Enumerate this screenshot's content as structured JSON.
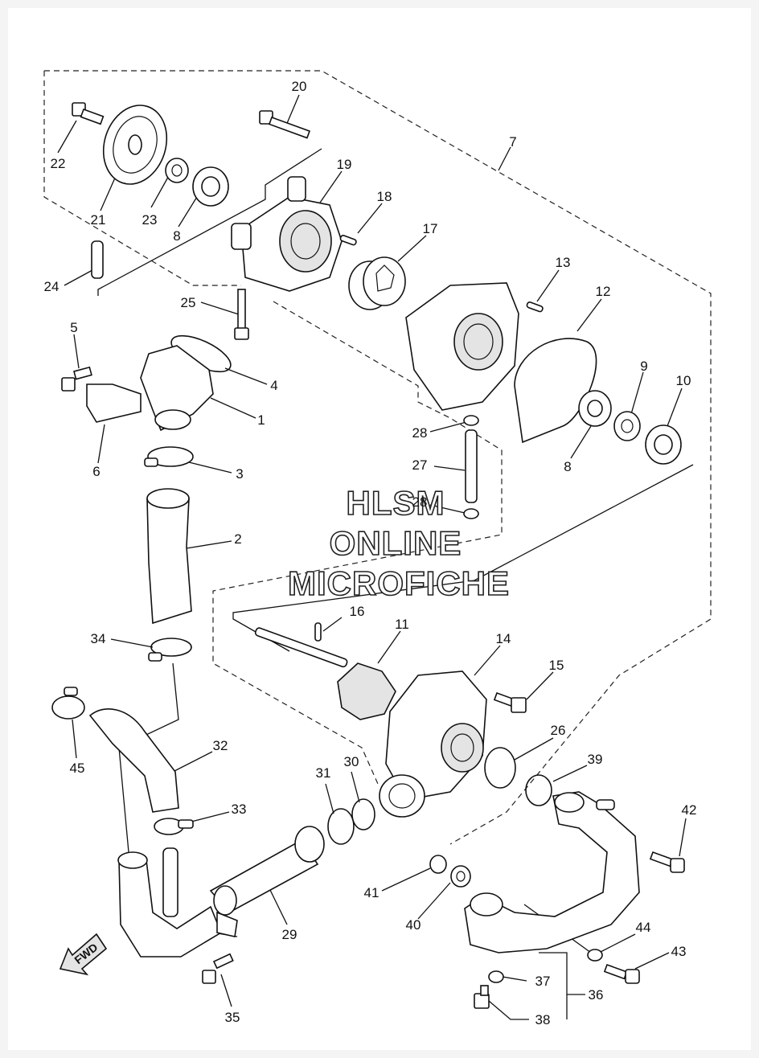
{
  "watermark": {
    "line1": "HLSM",
    "line2": "ONLINE",
    "line3": "MICROFICHE"
  },
  "direction_badge": "FWD",
  "callouts": [
    {
      "id": "c1",
      "label": "1"
    },
    {
      "id": "c2",
      "label": "2"
    },
    {
      "id": "c3",
      "label": "3"
    },
    {
      "id": "c4",
      "label": "4"
    },
    {
      "id": "c5",
      "label": "5"
    },
    {
      "id": "c6",
      "label": "6"
    },
    {
      "id": "c7",
      "label": "7"
    },
    {
      "id": "c8a",
      "label": "8"
    },
    {
      "id": "c8b",
      "label": "8"
    },
    {
      "id": "c9",
      "label": "9"
    },
    {
      "id": "c10",
      "label": "10"
    },
    {
      "id": "c11",
      "label": "11"
    },
    {
      "id": "c12",
      "label": "12"
    },
    {
      "id": "c13",
      "label": "13"
    },
    {
      "id": "c14",
      "label": "14"
    },
    {
      "id": "c15",
      "label": "15"
    },
    {
      "id": "c16",
      "label": "16"
    },
    {
      "id": "c17",
      "label": "17"
    },
    {
      "id": "c18",
      "label": "18"
    },
    {
      "id": "c19",
      "label": "19"
    },
    {
      "id": "c20",
      "label": "20"
    },
    {
      "id": "c21",
      "label": "21"
    },
    {
      "id": "c22",
      "label": "22"
    },
    {
      "id": "c23",
      "label": "23"
    },
    {
      "id": "c24",
      "label": "24"
    },
    {
      "id": "c25",
      "label": "25"
    },
    {
      "id": "c26",
      "label": "26"
    },
    {
      "id": "c27",
      "label": "27"
    },
    {
      "id": "c28a",
      "label": "28"
    },
    {
      "id": "c28b",
      "label": "28"
    },
    {
      "id": "c29",
      "label": "29"
    },
    {
      "id": "c30",
      "label": "30"
    },
    {
      "id": "c31",
      "label": "31"
    },
    {
      "id": "c32",
      "label": "32"
    },
    {
      "id": "c33",
      "label": "33"
    },
    {
      "id": "c34",
      "label": "34"
    },
    {
      "id": "c35",
      "label": "35"
    },
    {
      "id": "c36",
      "label": "36"
    },
    {
      "id": "c37",
      "label": "37"
    },
    {
      "id": "c38",
      "label": "38"
    },
    {
      "id": "c39",
      "label": "39"
    },
    {
      "id": "c40",
      "label": "40"
    },
    {
      "id": "c41",
      "label": "41"
    },
    {
      "id": "c42",
      "label": "42"
    },
    {
      "id": "c43",
      "label": "43"
    },
    {
      "id": "c44",
      "label": "44"
    },
    {
      "id": "c45",
      "label": "45"
    }
  ]
}
